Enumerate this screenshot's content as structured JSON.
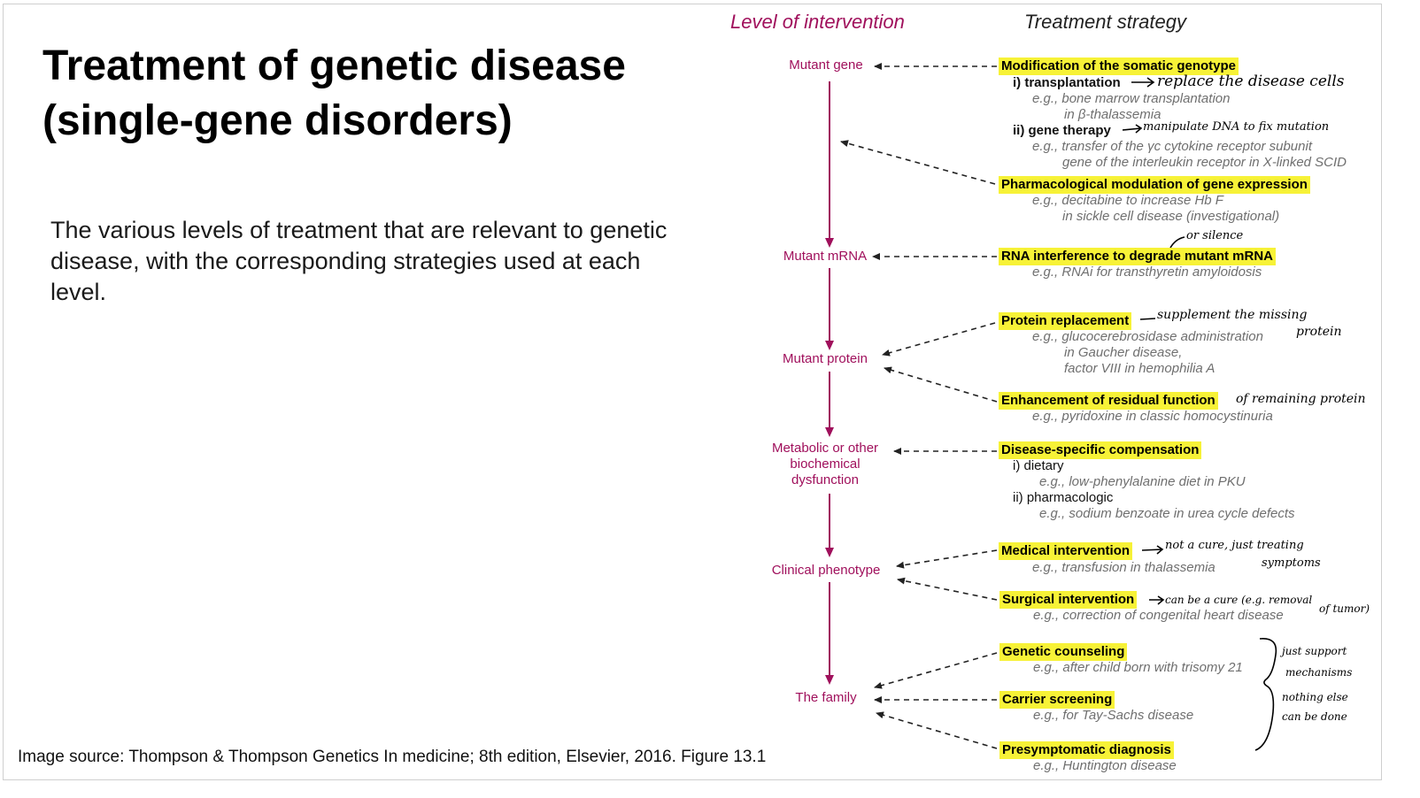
{
  "slide": {
    "title": "Treatment of genetic disease",
    "title_line2": "(single-gene disorders)",
    "body": "The various levels of treatment that are relevant to genetic disease, with the corresponding strategies used at each level.",
    "source": "Image source: Thompson & Thompson Genetics In medicine; 8th edition, Elsevier, 2016. Figure 13.1"
  },
  "colors": {
    "level": "#a0105c",
    "highlight": "#f7f237",
    "example": "#6f6f6f"
  },
  "diagram": {
    "header_level": "Level of intervention",
    "header_strategy": "Treatment strategy",
    "levels": {
      "gene": "Mutant gene",
      "mrna": "Mutant mRNA",
      "protein": "Mutant protein",
      "metabolic_1": "Metabolic or other",
      "metabolic_2": "biochemical",
      "metabolic_3": "dysfunction",
      "clinical": "Clinical phenotype",
      "family": "The family"
    },
    "strategies": {
      "somatic": "Modification of the somatic genotype",
      "transplant": "i) transplantation",
      "transplant_ex1": "e.g., bone marrow transplantation",
      "transplant_ex2": "in β-thalassemia",
      "genetherapy": "ii) gene therapy",
      "genetherapy_ex1": "e.g., transfer of the γc cytokine receptor subunit",
      "genetherapy_ex2": "gene of the interleukin receptor in X-linked SCID",
      "pharm": "Pharmacological modulation of gene expression",
      "pharm_ex1": "e.g., decitabine to increase Hb F",
      "pharm_ex2": "in sickle cell disease (investigational)",
      "rnai": "RNA interference to degrade mutant mRNA",
      "rnai_ex": "e.g., RNAi for transthyretin amyloidosis",
      "protein_repl": "Protein replacement",
      "protein_repl_ex1": "e.g., glucocerebrosidase administration",
      "protein_repl_ex2": "in Gaucher disease,",
      "protein_repl_ex3": "factor VIII in hemophilia A",
      "residual": "Enhancement of residual function",
      "residual_ex": "e.g., pyridoxine in classic homocystinuria",
      "compensation": "Disease-specific compensation",
      "dietary": "i) dietary",
      "dietary_ex": "e.g., low-phenylalanine diet in PKU",
      "pharmacologic": "ii) pharmacologic",
      "pharmacologic_ex": "e.g., sodium benzoate in urea cycle defects",
      "medical": "Medical intervention",
      "medical_ex": "e.g., transfusion in thalassemia",
      "surgical": "Surgical intervention",
      "surgical_ex": "e.g., correction of congenital heart disease",
      "counseling": "Genetic counseling",
      "counseling_ex": "e.g., after child born with trisomy 21",
      "carrier": "Carrier screening",
      "carrier_ex": "e.g., for Tay-Sachs disease",
      "presymptomatic": "Presymptomatic diagnosis",
      "presymptomatic_ex": "e.g., Huntington disease"
    },
    "annotations": {
      "replace": "replace the disease cells",
      "manipulate": "manipulate DNA to fix mutation",
      "silence": "or silence",
      "supplement1": "supplement the missing",
      "supplement2": "protein",
      "remaining": "of remaining protein",
      "notcure1": "not a cure, just treating",
      "notcure2": "symptoms",
      "cancure1": "can be a cure (e.g. removal",
      "cancure2": "of tumor)",
      "support1": "just support",
      "support2": "mechanisms",
      "support3": "nothing else",
      "support4": "can be done"
    }
  }
}
